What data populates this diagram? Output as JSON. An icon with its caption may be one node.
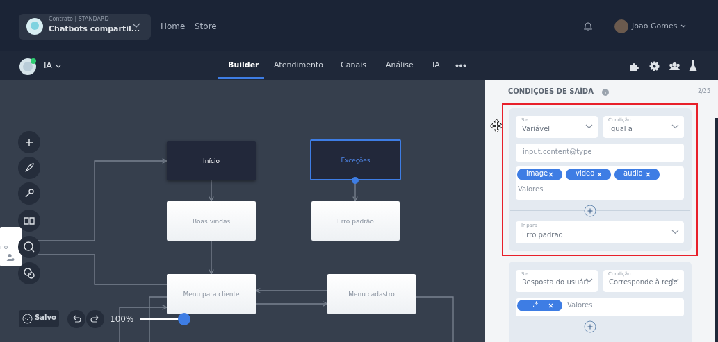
{
  "diagram": {
    "nodes": [
      {
        "text": [
          "Início"
        ]
      },
      {
        "text": [
          "Exceções"
        ]
      },
      {
        "text": [
          "Boas vindas"
        ]
      },
      {
        "text": [
          "Erro padrão"
        ]
      },
      {
        "text": [
          "Menu para cliente"
        ]
      },
      {
        "text": [
          "Menu cadastro"
        ]
      },
      {
        "text": [
          "no"
        ]
      }
    ],
    "edges": [
      {
        "from": 6,
        "to": 0,
        "arrow": "to"
      },
      {
        "from": 0,
        "to": 2,
        "arrow": "to"
      },
      {
        "from": 1,
        "to": 3,
        "arrow": "to"
      },
      {
        "from": 2,
        "to": 4,
        "arrow": "to"
      },
      {
        "from": 4,
        "to": 6,
        "arrow": "to"
      },
      {
        "from": 5,
        "to": 4,
        "arrow": "to"
      },
      {
        "from": 4,
        "to": 5,
        "arrow": "to"
      },
      {
        "from": null,
        "to": 4,
        "arrow": "to"
      },
      {
        "from": 4,
        "to": null,
        "arrow": "none"
      },
      {
        "from": 5,
        "to": null,
        "arrow": "none"
      }
    ],
    "labels": [
      "Contrato | STANDARD",
      "Chatbots compartil...",
      "Home",
      "Store",
      "Joao Gomes",
      "IA",
      "Builder",
      "Atendimento",
      "Canais",
      "Análise",
      "IA",
      "CONDIÇÕES DE SAÍDA",
      "2/25",
      "Se",
      "Variável",
      "Condição",
      "Igual a",
      "input.content@type",
      "image",
      "video",
      "audio",
      "Valores",
      "Ir para",
      "Erro padrão",
      "Se",
      "Resposta do usuári",
      "Condição",
      "Corresponde à rege",
      ".*",
      "Valores",
      "Salvo",
      "100%"
    ]
  }
}
